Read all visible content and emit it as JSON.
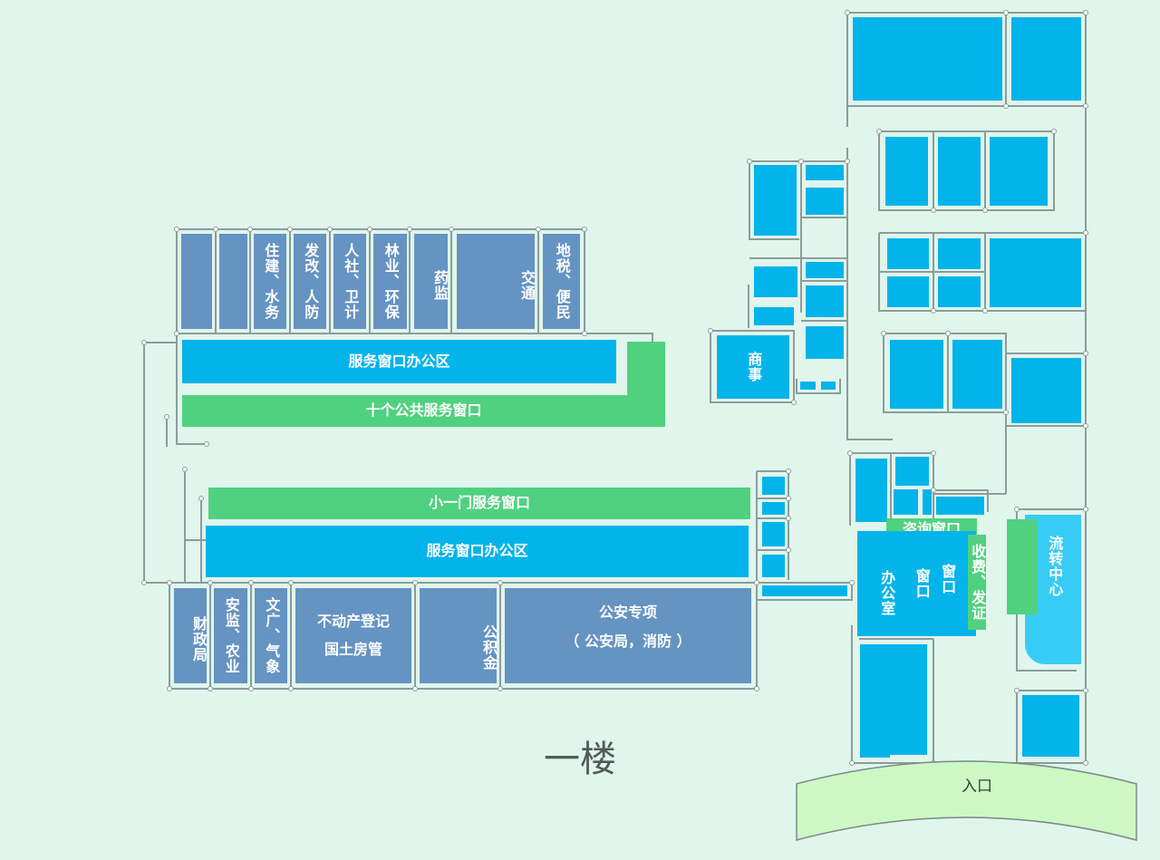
{
  "floor_label": "一楼",
  "colors": {
    "background": "#e0f5ec",
    "slate_room": "#6593c2",
    "service_area": "#03b4ea",
    "window_green": "#50d17f",
    "circulation": "#37ccf6",
    "entrance": "#cdf8c3"
  },
  "north_block": {
    "rooms": [
      {
        "id": "zhujian",
        "label": "住建、水务"
      },
      {
        "id": "fagai",
        "label": "发改、人防"
      },
      {
        "id": "renshe",
        "label": "人社、卫计"
      },
      {
        "id": "linye",
        "label": "林业、环保"
      },
      {
        "id": "yaojian",
        "label": "药监"
      },
      {
        "id": "jiaotong",
        "label": "交通"
      },
      {
        "id": "dishui",
        "label": "地税、便民"
      }
    ],
    "office_area": "服务窗口办公区",
    "public_windows": "十个公共服务窗口"
  },
  "south_block": {
    "small_door_windows": "小一门服务窗口",
    "office_area": "服务窗口办公区",
    "rooms": [
      {
        "id": "caizheng",
        "label": "财政局"
      },
      {
        "id": "anjian",
        "label": "安监、农业"
      },
      {
        "id": "wenguang",
        "label": "文广、气象"
      },
      {
        "id": "budongchan",
        "line1": "不动产登记",
        "line2": "国土房管"
      },
      {
        "id": "gongjijin",
        "label": "公积金"
      },
      {
        "id": "gongan",
        "line1": "公安专项",
        "line2": "（ 公安局，消防 ）"
      }
    ]
  },
  "east_block": {
    "shangshi": "商事",
    "consult_window": "咨询窗口",
    "window_office": {
      "col1": "办公室",
      "col2": "窗口",
      "col3": "窗口"
    },
    "fee_cert": "收费、发证",
    "transfer_center": "流转中心",
    "entrance": "入口"
  }
}
